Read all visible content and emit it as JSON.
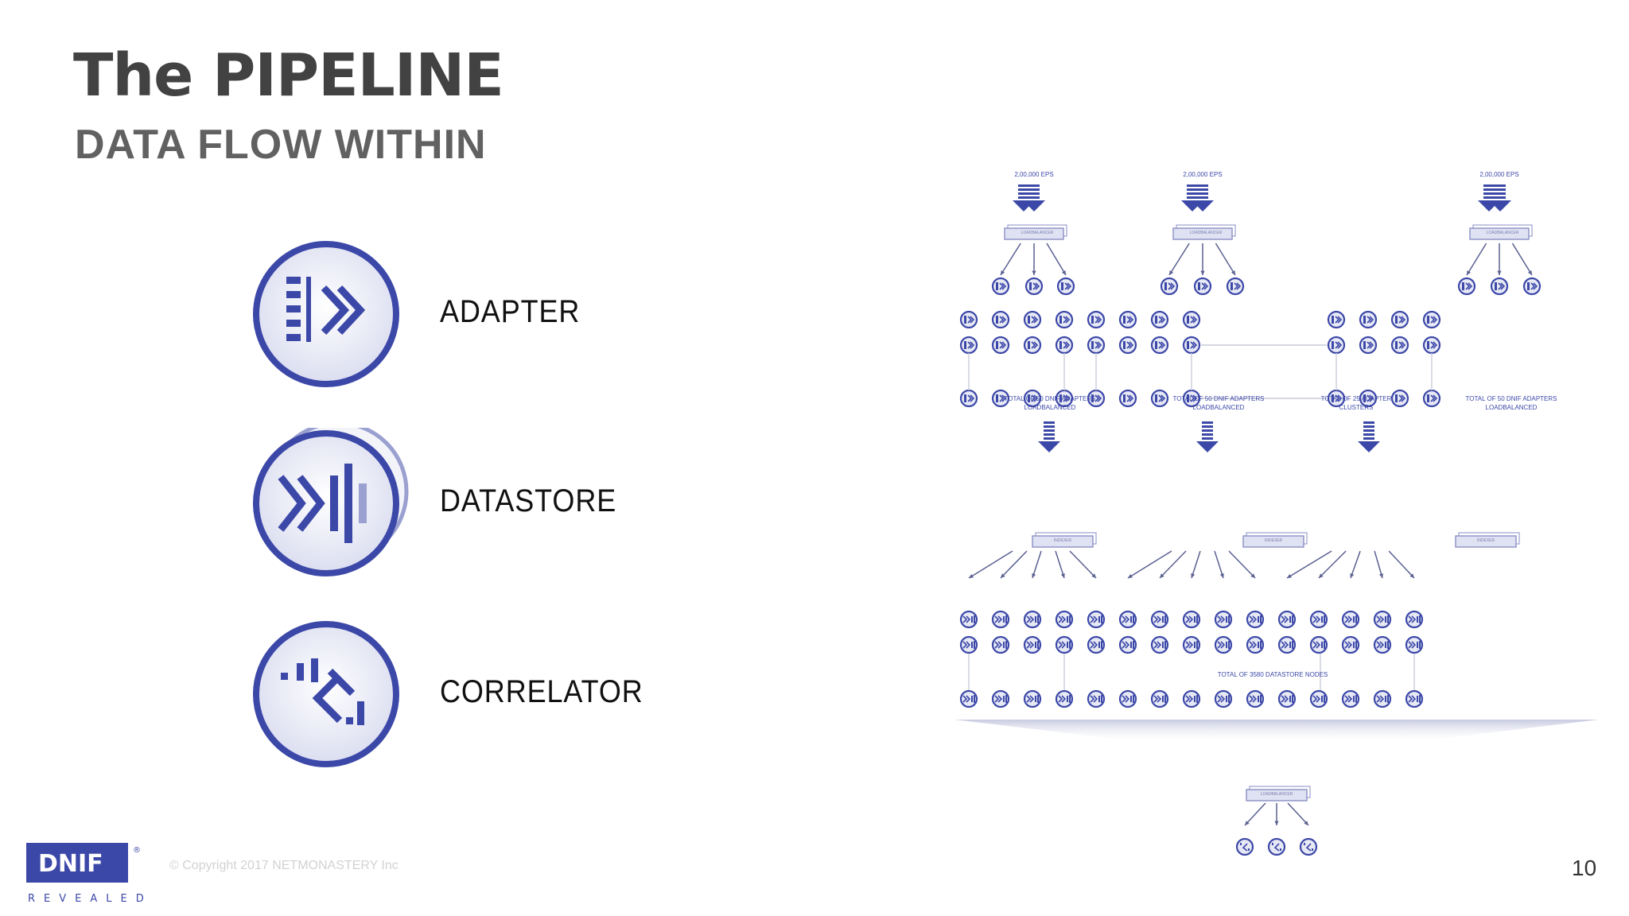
{
  "slide": {
    "title": "The PIPELINE",
    "subtitle": "DATA FLOW WITHIN",
    "page_number": "10",
    "copyright": "© Copyright 2017 NETMONASTERY Inc"
  },
  "legend": [
    {
      "label": "ADAPTER",
      "icon": "adapter-icon"
    },
    {
      "label": "DATASTORE",
      "icon": "datastore-icon"
    },
    {
      "label": "CORRELATOR",
      "icon": "correlator-icon"
    }
  ],
  "logo": {
    "brand": "DNIF",
    "tagline": "REVEALED",
    "mark": "®"
  },
  "colors": {
    "accent": "#3c48a8",
    "icon_fill": "#e4e6f3",
    "line": "#c9ccd9",
    "dark_text": "#424242"
  },
  "diagram": {
    "eps_labels": [
      "2,00,000 EPS",
      "2,00,000 EPS",
      "2,00,000 EPS"
    ],
    "loadbalancer_label": "LOADBALANCER",
    "indexer_label": "INDEXER",
    "adapter_group_label_line1": "TOTAL OF 50 DNIF ADAPTERS",
    "adapter_group_label_line2": "LOADBALANCED",
    "cluster_label_line1": "TOTAL OF 25 ADAPTER",
    "cluster_label_line2": "CLUSTERS",
    "datastore_total_label": "TOTAL OF 3580 DATASTORE NODES"
  }
}
